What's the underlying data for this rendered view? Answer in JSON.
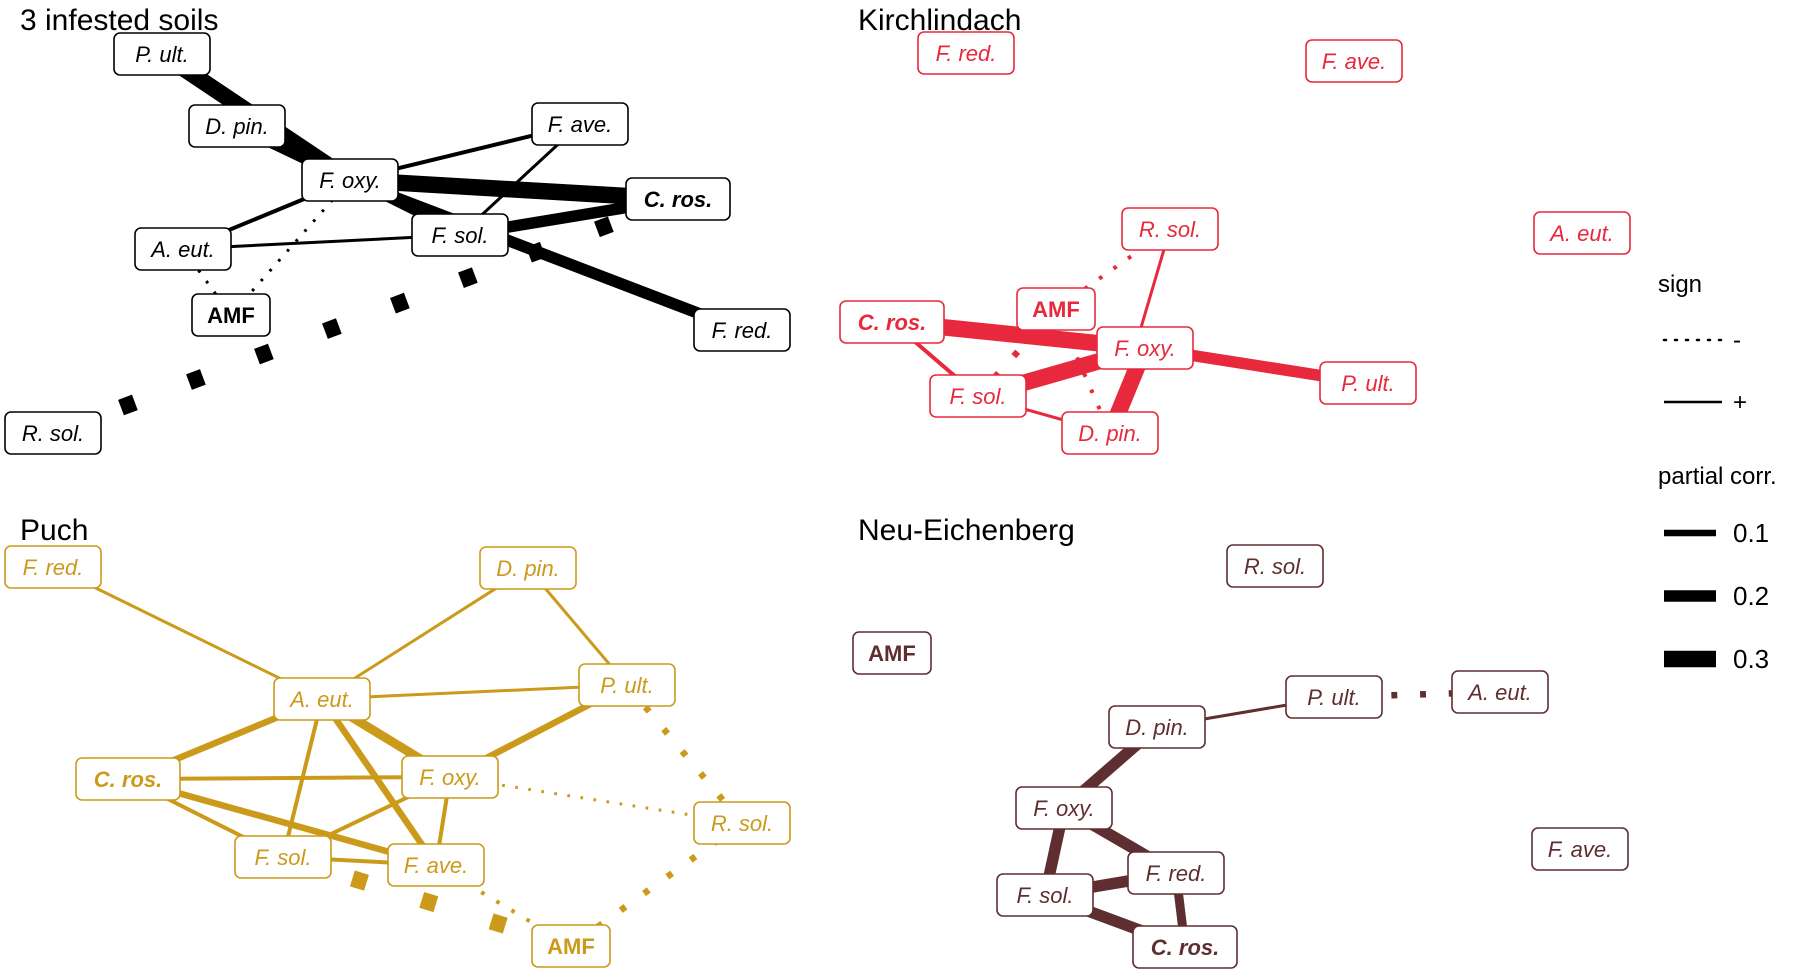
{
  "panels": [
    {
      "title": "3 infested soils",
      "color": "#000000",
      "nodes": [
        {
          "id": "pult",
          "label": "P. ult.",
          "bold": false
        },
        {
          "id": "dpin",
          "label": "D. pin.",
          "bold": false
        },
        {
          "id": "fave",
          "label": "F. ave.",
          "bold": false
        },
        {
          "id": "foxy",
          "label": "F. oxy.",
          "bold": false
        },
        {
          "id": "cros",
          "label": "C. ros.",
          "bold": true
        },
        {
          "id": "aeut",
          "label": "A. eut.",
          "bold": false
        },
        {
          "id": "fsol",
          "label": "F. sol.",
          "bold": false
        },
        {
          "id": "amf",
          "label": "AMF",
          "bold": true
        },
        {
          "id": "fred",
          "label": "F. red.",
          "bold": false
        },
        {
          "id": "rsol",
          "label": "R. sol.",
          "bold": false
        }
      ],
      "edges": [
        {
          "from": "pult",
          "to": "foxy",
          "weight": 0.3,
          "sign": "+"
        },
        {
          "from": "dpin",
          "to": "foxy",
          "weight": 0.2,
          "sign": "+"
        },
        {
          "from": "foxy",
          "to": "cros",
          "weight": 0.3,
          "sign": "+"
        },
        {
          "from": "foxy",
          "to": "fave",
          "weight": 0.05,
          "sign": "+"
        },
        {
          "from": "fsol",
          "to": "fave",
          "weight": 0.03,
          "sign": "+"
        },
        {
          "from": "aeut",
          "to": "foxy",
          "weight": 0.05,
          "sign": "+"
        },
        {
          "from": "aeut",
          "to": "fsol",
          "weight": 0.03,
          "sign": "+"
        },
        {
          "from": "foxy",
          "to": "fsol",
          "weight": 0.1,
          "sign": "+"
        },
        {
          "from": "fsol",
          "to": "cros",
          "weight": 0.2,
          "sign": "+"
        },
        {
          "from": "foxy",
          "to": "fred",
          "weight": 0.2,
          "sign": "+"
        },
        {
          "from": "foxy",
          "to": "amf",
          "weight": 0.03,
          "sign": "-"
        },
        {
          "from": "aeut",
          "to": "amf",
          "weight": 0.03,
          "sign": "-"
        },
        {
          "from": "rsol",
          "to": "cros",
          "weight": 0.3,
          "sign": "-"
        }
      ]
    },
    {
      "title": "Kirchlindach",
      "color": "#e8283c",
      "nodes": [
        {
          "id": "fred",
          "label": "F. red.",
          "bold": false
        },
        {
          "id": "fave",
          "label": "F. ave.",
          "bold": false
        },
        {
          "id": "rsol",
          "label": "R. sol.",
          "bold": false
        },
        {
          "id": "aeut",
          "label": "A. eut.",
          "bold": false
        },
        {
          "id": "amf",
          "label": "AMF",
          "bold": true
        },
        {
          "id": "cros",
          "label": "C. ros.",
          "bold": true
        },
        {
          "id": "foxy",
          "label": "F. oxy.",
          "bold": false
        },
        {
          "id": "pult",
          "label": "P. ult.",
          "bold": false
        },
        {
          "id": "fsol",
          "label": "F. sol.",
          "bold": false
        },
        {
          "id": "dpin",
          "label": "D. pin.",
          "bold": false
        }
      ],
      "edges": [
        {
          "from": "cros",
          "to": "foxy",
          "weight": 0.3,
          "sign": "+"
        },
        {
          "from": "foxy",
          "to": "pult",
          "weight": 0.2,
          "sign": "+"
        },
        {
          "from": "fsol",
          "to": "foxy",
          "weight": 0.3,
          "sign": "+"
        },
        {
          "from": "dpin",
          "to": "foxy",
          "weight": 0.3,
          "sign": "+"
        },
        {
          "from": "cros",
          "to": "fsol",
          "weight": 0.05,
          "sign": "+"
        },
        {
          "from": "fsol",
          "to": "dpin",
          "weight": 0.03,
          "sign": "+"
        },
        {
          "from": "rsol",
          "to": "dpin",
          "weight": 0.03,
          "sign": "+"
        },
        {
          "from": "amf",
          "to": "rsol",
          "weight": 0.05,
          "sign": "-"
        },
        {
          "from": "amf",
          "to": "fsol",
          "weight": 0.1,
          "sign": "-"
        },
        {
          "from": "amf",
          "to": "dpin",
          "weight": 0.05,
          "sign": "-"
        }
      ]
    },
    {
      "title": "Puch",
      "color": "#cc9a1a",
      "nodes": [
        {
          "id": "fred",
          "label": "F. red.",
          "bold": false
        },
        {
          "id": "dpin",
          "label": "D. pin.",
          "bold": false
        },
        {
          "id": "pult",
          "label": "P. ult.",
          "bold": false
        },
        {
          "id": "aeut",
          "label": "A. eut.",
          "bold": false
        },
        {
          "id": "cros",
          "label": "C. ros.",
          "bold": true
        },
        {
          "id": "foxy",
          "label": "F. oxy.",
          "bold": false
        },
        {
          "id": "rsol",
          "label": "R. sol.",
          "bold": false
        },
        {
          "id": "fsol",
          "label": "F. sol.",
          "bold": false
        },
        {
          "id": "fave",
          "label": "F. ave.",
          "bold": false
        },
        {
          "id": "amf",
          "label": "AMF",
          "bold": true
        }
      ],
      "edges": [
        {
          "from": "fred",
          "to": "aeut",
          "weight": 0.03,
          "sign": "+"
        },
        {
          "from": "dpin",
          "to": "aeut",
          "weight": 0.03,
          "sign": "+"
        },
        {
          "from": "dpin",
          "to": "pult",
          "weight": 0.03,
          "sign": "+"
        },
        {
          "from": "aeut",
          "to": "pult",
          "weight": 0.03,
          "sign": "+"
        },
        {
          "from": "pult",
          "to": "foxy",
          "weight": 0.1,
          "sign": "+"
        },
        {
          "from": "aeut",
          "to": "cros",
          "weight": 0.1,
          "sign": "+"
        },
        {
          "from": "aeut",
          "to": "foxy",
          "weight": 0.15,
          "sign": "+"
        },
        {
          "from": "aeut",
          "to": "fsol",
          "weight": 0.05,
          "sign": "+"
        },
        {
          "from": "aeut",
          "to": "fave",
          "weight": 0.1,
          "sign": "+"
        },
        {
          "from": "cros",
          "to": "foxy",
          "weight": 0.05,
          "sign": "+"
        },
        {
          "from": "cros",
          "to": "fsol",
          "weight": 0.05,
          "sign": "+"
        },
        {
          "from": "cros",
          "to": "fave",
          "weight": 0.1,
          "sign": "+"
        },
        {
          "from": "foxy",
          "to": "fsol",
          "weight": 0.05,
          "sign": "+"
        },
        {
          "from": "foxy",
          "to": "fave",
          "weight": 0.05,
          "sign": "+"
        },
        {
          "from": "fsol",
          "to": "fave",
          "weight": 0.05,
          "sign": "+"
        },
        {
          "from": "foxy",
          "to": "rsol",
          "weight": 0.03,
          "sign": "-"
        },
        {
          "from": "pult",
          "to": "rsol",
          "weight": 0.1,
          "sign": "-"
        },
        {
          "from": "rsol",
          "to": "amf",
          "weight": 0.1,
          "sign": "-"
        },
        {
          "from": "fave",
          "to": "amf",
          "weight": 0.05,
          "sign": "-"
        },
        {
          "from": "fsol",
          "to": "amf",
          "weight": 0.3,
          "sign": "-"
        }
      ]
    },
    {
      "title": "Neu-Eichenberg",
      "color": "#5e2e31",
      "nodes": [
        {
          "id": "rsol",
          "label": "R. sol.",
          "bold": false
        },
        {
          "id": "amf",
          "label": "AMF",
          "bold": true
        },
        {
          "id": "pult",
          "label": "P. ult.",
          "bold": false
        },
        {
          "id": "aeut",
          "label": "A. eut.",
          "bold": false
        },
        {
          "id": "dpin",
          "label": "D. pin.",
          "bold": false
        },
        {
          "id": "foxy",
          "label": "F. oxy.",
          "bold": false
        },
        {
          "id": "fred",
          "label": "F. red.",
          "bold": false
        },
        {
          "id": "fsol",
          "label": "F. sol.",
          "bold": false
        },
        {
          "id": "cros",
          "label": "C. ros.",
          "bold": true
        },
        {
          "id": "fave",
          "label": "F. ave.",
          "bold": false
        }
      ],
      "edges": [
        {
          "from": "dpin",
          "to": "pult",
          "weight": 0.03,
          "sign": "+"
        },
        {
          "from": "pult",
          "to": "aeut",
          "weight": 0.1,
          "sign": "-"
        },
        {
          "from": "dpin",
          "to": "foxy",
          "weight": 0.2,
          "sign": "+"
        },
        {
          "from": "foxy",
          "to": "fsol",
          "weight": 0.2,
          "sign": "+"
        },
        {
          "from": "foxy",
          "to": "fred",
          "weight": 0.2,
          "sign": "+"
        },
        {
          "from": "fsol",
          "to": "fred",
          "weight": 0.2,
          "sign": "+"
        },
        {
          "from": "fsol",
          "to": "cros",
          "weight": 0.2,
          "sign": "+"
        },
        {
          "from": "fred",
          "to": "cros",
          "weight": 0.15,
          "sign": "+"
        }
      ]
    }
  ],
  "legend": {
    "sign_title": "sign",
    "sign_items": [
      {
        "style": "dotted",
        "label": "-"
      },
      {
        "style": "solid",
        "label": "+"
      }
    ],
    "weight_title": "partial corr.",
    "weight_items": [
      {
        "weight": 0.1,
        "label": "0.1"
      },
      {
        "weight": 0.2,
        "label": "0.2"
      },
      {
        "weight": 0.3,
        "label": "0.3"
      }
    ]
  }
}
